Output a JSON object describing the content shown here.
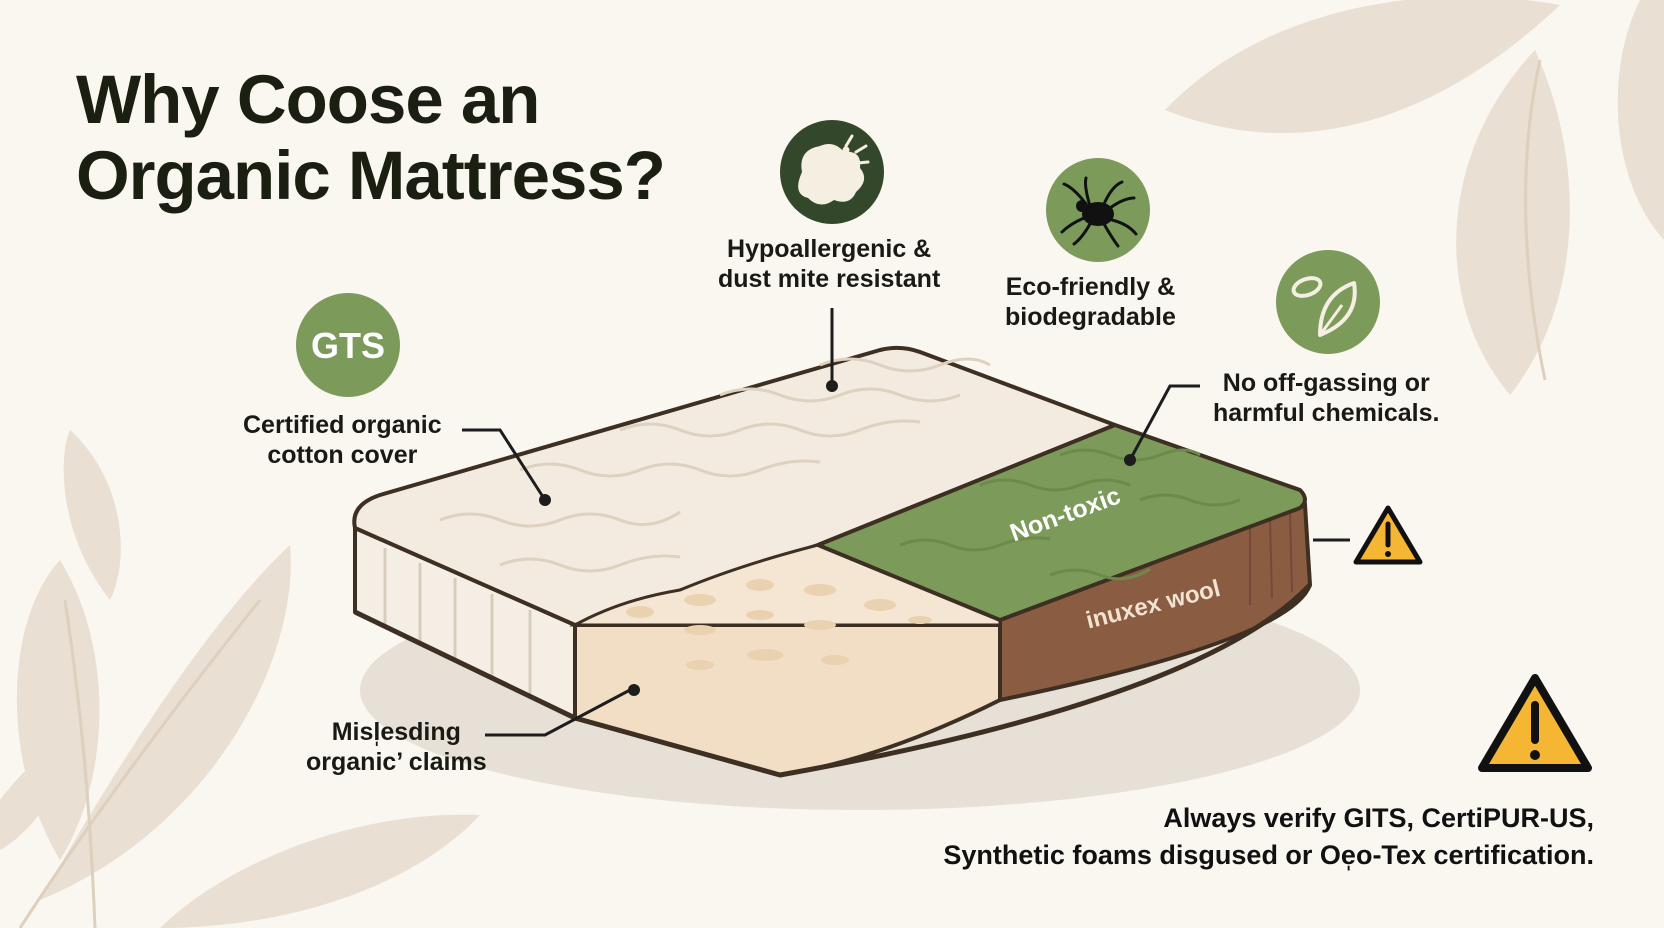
{
  "title": {
    "line1": "Why Coose an",
    "line2": "Organic Mattress?"
  },
  "badges": {
    "certification_text": "GTS"
  },
  "callouts": {
    "cotton_cover": {
      "line1": "Certified organic",
      "line2": "cotton cover"
    },
    "hypoallergenic": {
      "line1": "Hypoallergenic &",
      "line2": "dust mite resistant"
    },
    "eco_friendly": {
      "line1": "Eco-friendly &",
      "line2": "biodegradable"
    },
    "no_offgassing": {
      "line1": "No off-gassing or",
      "line2": "harmful chemicals."
    },
    "misleading": {
      "line1": "Misl̩esding",
      "line2": "organic’ claims"
    }
  },
  "mattress_labels": {
    "green_layer": "Non-toxic",
    "wool_layer": "inuxex wool"
  },
  "footer_note": {
    "line1": "Always verify GITS, CertiPUR-US,",
    "line2": "Synthetic foams disgused or Oe̩o-Tex certification."
  },
  "colors": {
    "background": "#faf6f0",
    "dark_green": "#33472a",
    "mid_green": "#7c9a5a",
    "cotton": "#f1e9dc",
    "latex": "#f0dcc0",
    "wool": "#8a5d42",
    "leaf": "#e8ddd0",
    "warning": "#f5b733"
  },
  "icons": {
    "hypoallergenic": "cotton-puff-icon",
    "eco": "dust-mite-icon",
    "no_offgassing": "leaf-seed-icon",
    "warning": "warning-triangle-icon"
  }
}
